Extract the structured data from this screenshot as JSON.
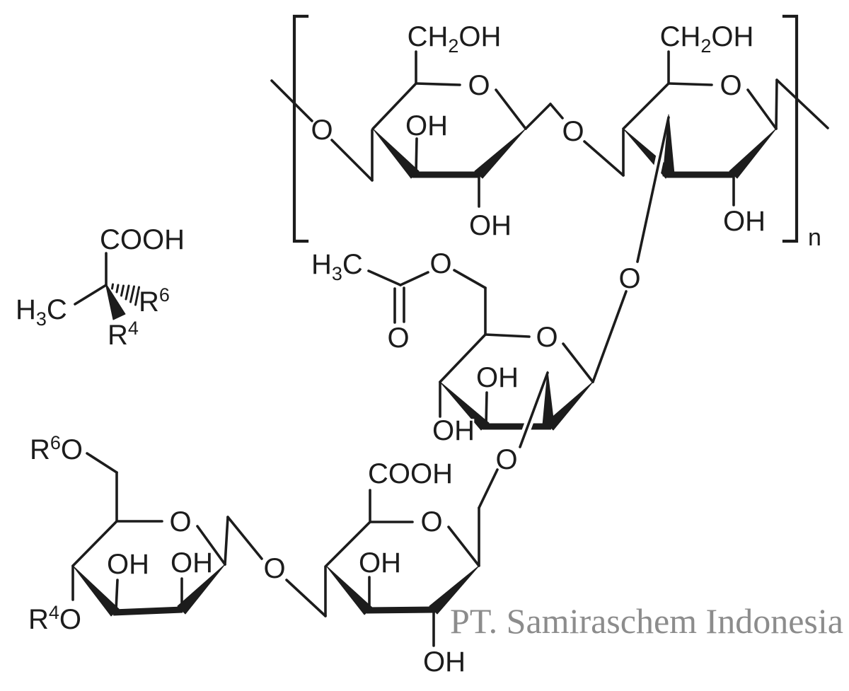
{
  "background": "#ffffff",
  "ink_color": "#1c1c1c",
  "watermark": {
    "text": "PT. Samiraschem Indonesia",
    "color": "#8c8c8c"
  },
  "repeat_bracket": {
    "subscript": "n"
  },
  "labels": {
    "o": "O",
    "oh": "OH",
    "cooh": "COOH",
    "n": "n",
    "ch2oh": {
      "pre": "CH",
      "sub": "2",
      "post": "OH"
    },
    "h3c": {
      "pre": "H",
      "sub": "3",
      "post": "C"
    },
    "r6": {
      "pre": "R",
      "sup": "6"
    },
    "r4": {
      "pre": "R",
      "sup": "4"
    },
    "r6o": {
      "pre": "R",
      "sup": "6",
      "post": "O"
    },
    "r4o": {
      "pre": "R",
      "sup": "4",
      "post": "O"
    }
  }
}
